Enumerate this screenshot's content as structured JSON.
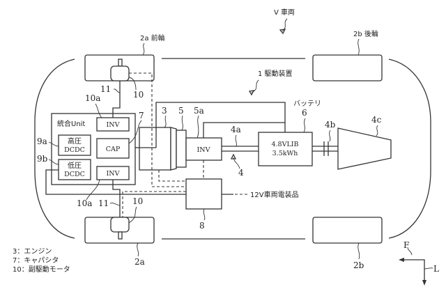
{
  "diagram": {
    "vehicle_label": "V 車両",
    "drive_device_label": "1 駆動装置",
    "front_wheel_label": "2a 前輪",
    "rear_wheel_label": "2b 後輪",
    "front_wheel_bottom_ref": "2a",
    "rear_wheel_bottom_ref": "2b",
    "integrated_unit_label": "統合Unit",
    "inv_top": "INV",
    "cap": "CAP",
    "inv_bottom": "INV",
    "hv_dcdc_line1": "高圧",
    "hv_dcdc_line2": "DCDC",
    "lv_dcdc_line1": "低圧",
    "lv_dcdc_line2": "DCDC",
    "main_inv": "INV",
    "battery_name": "バッテリ",
    "battery_line1": "4.8VLIB",
    "battery_line2": "3.5kWh",
    "accessories": "12V車両電装品",
    "refs": {
      "r3": "3",
      "r5": "5",
      "r5a": "5a",
      "r6": "6",
      "r7": "7",
      "r4": "4",
      "r4a": "4a",
      "r4b": "4b",
      "r4c": "4c",
      "r8": "8",
      "r9a": "9a",
      "r9b": "9b",
      "r10_top": "10",
      "r10_bottom": "10",
      "r10a_top": "10a",
      "r10a_bottom": "10a",
      "r11_top": "11",
      "r11_bottom": "11"
    },
    "legend": [
      "3：エンジン",
      "7：キャパシタ",
      "10：副駆動モータ"
    ],
    "direction": {
      "forward": "F",
      "left": "L"
    }
  }
}
